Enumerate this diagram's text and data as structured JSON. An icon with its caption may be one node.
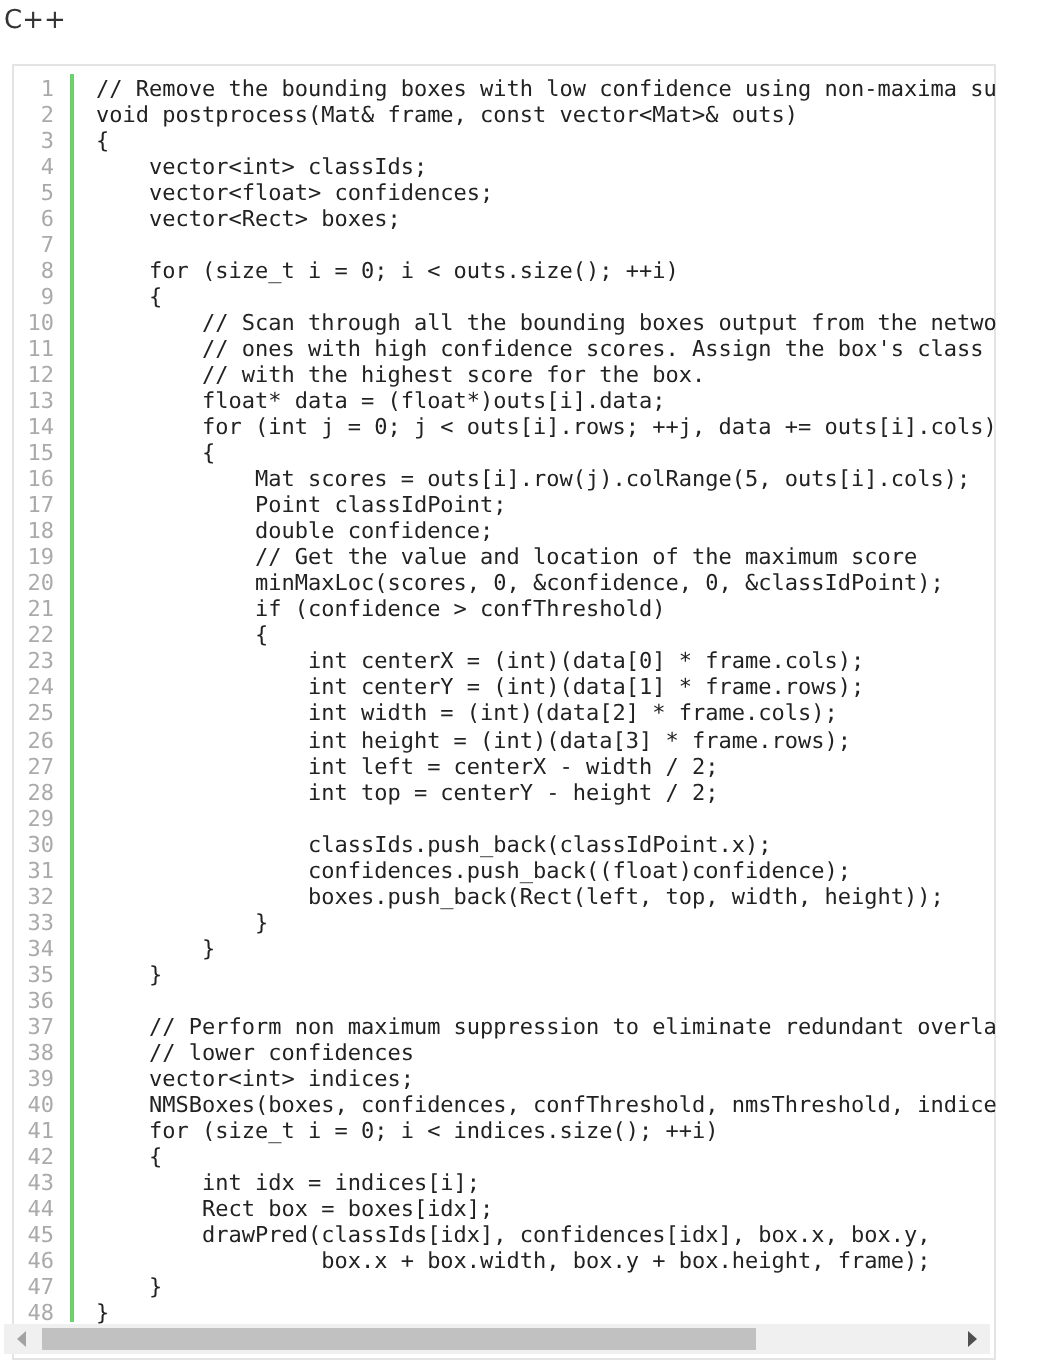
{
  "diagram": {
    "title": "C++",
    "labels": [
      "1",
      "// Remove the bounding boxes with low confidence using non-maxima su",
      "2",
      "void postprocess(Mat& frame, const vector<Mat>& outs)",
      "3",
      "{",
      "4",
      "    vector<int> classIds;",
      "5",
      "    vector<float> confidences;",
      "6",
      "    vector<Rect> boxes;",
      "7",
      "8",
      "    for (size_t i = 0; i < outs.size(); ++i)",
      "9",
      "    {",
      "10",
      "        // Scan through all the bounding boxes output from the netwo",
      "11",
      "        // ones with high confidence scores. Assign the box's class",
      "12",
      "        // with the highest score for the box.",
      "13",
      "        float* data = (float*)outs[i].data;",
      "14",
      "        for (int j = 0; j < outs[i].rows; ++j, data += outs[i].cols)",
      "15",
      "        {",
      "16",
      "            Mat scores = outs[i].row(j).colRange(5, outs[i].cols);",
      "17",
      "            Point classIdPoint;",
      "18",
      "            double confidence;",
      "19",
      "            // Get the value and location of the maximum score",
      "20",
      "            minMaxLoc(scores, 0, &confidence, 0, &classIdPoint);",
      "21",
      "            if (confidence > confThreshold)",
      "22",
      "            {",
      "23",
      "                int centerX = (int)(data[0] * frame.cols);",
      "24",
      "                int centerY = (int)(data[1] * frame.rows);",
      "25",
      "                int width = (int)(data[2] * frame.cols);",
      "26",
      "                int height = (int)(data[3] * frame.rows);",
      "27",
      "                int left = centerX - width / 2;",
      "28",
      "                int top = centerY - height / 2;",
      "29",
      "30",
      "                classIds.push_back(classIdPoint.x);",
      "31",
      "                confidences.push_back((float)confidence);",
      "32",
      "                boxes.push_back(Rect(left, top, width, height));",
      "33",
      "            }",
      "34",
      "        }",
      "35",
      "    }",
      "36",
      "37",
      "    // Perform non maximum suppression to eliminate redundant overla",
      "38",
      "    // lower confidences",
      "39",
      "    vector<int> indices;",
      "40",
      "    NMSBoxes(boxes, confidences, confThreshold, nmsThreshold, indice",
      "41",
      "    for (size_t i = 0; i < indices.size(); ++i)",
      "42",
      "    {",
      "43",
      "        int idx = indices[i];",
      "44",
      "        Rect box = boxes[idx];",
      "45",
      "        drawPred(classIds[idx], confidences[idx], box.x, box.y,",
      "46",
      "                 box.x + box.width, box.y + box.height, frame);",
      "47",
      "    }",
      "48",
      "}"
    ]
  }
}
